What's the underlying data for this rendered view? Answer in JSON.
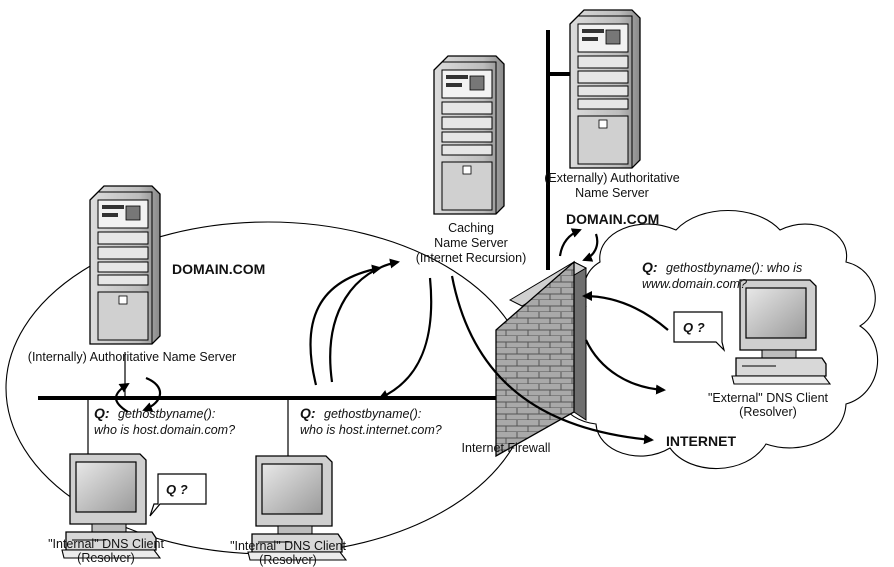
{
  "servers": {
    "external_auth": {
      "line1": "(Externally) Authoritative",
      "line2": "Name Server"
    },
    "caching": {
      "line1": "Caching",
      "line2": "Name Server",
      "line3": "(Internet Recursion)"
    },
    "internal_auth": {
      "line1": "(Internally) Authoritative Name Server"
    }
  },
  "zones": {
    "internal_domain": "DOMAIN.COM",
    "external_domain": "DOMAIN.COM",
    "internet": "INTERNET"
  },
  "firewall": {
    "label": "Internet Firewall"
  },
  "clients": {
    "internal_1": {
      "line1": "\"Internal\" DNS Client",
      "line2": "(Resolver)"
    },
    "internal_2": {
      "line1": "\"Internal\" DNS Client",
      "line2": "(Resolver)"
    },
    "external": {
      "line1": "\"External\" DNS Client",
      "line2": "(Resolver)"
    }
  },
  "queries": {
    "internal_1": {
      "prefix": "Q:",
      "line1": "gethostbyname():",
      "line2": "who is host.domain.com?"
    },
    "internal_2": {
      "prefix": "Q:",
      "line1": "gethostbyname():",
      "line2": "who is host.internet.com?"
    },
    "external": {
      "prefix": "Q:",
      "line1": "gethostbyname(): who is",
      "line2": "www.domain.com?"
    }
  },
  "query_boxes": {
    "internal_1": "Q ?",
    "external": "Q ?"
  }
}
